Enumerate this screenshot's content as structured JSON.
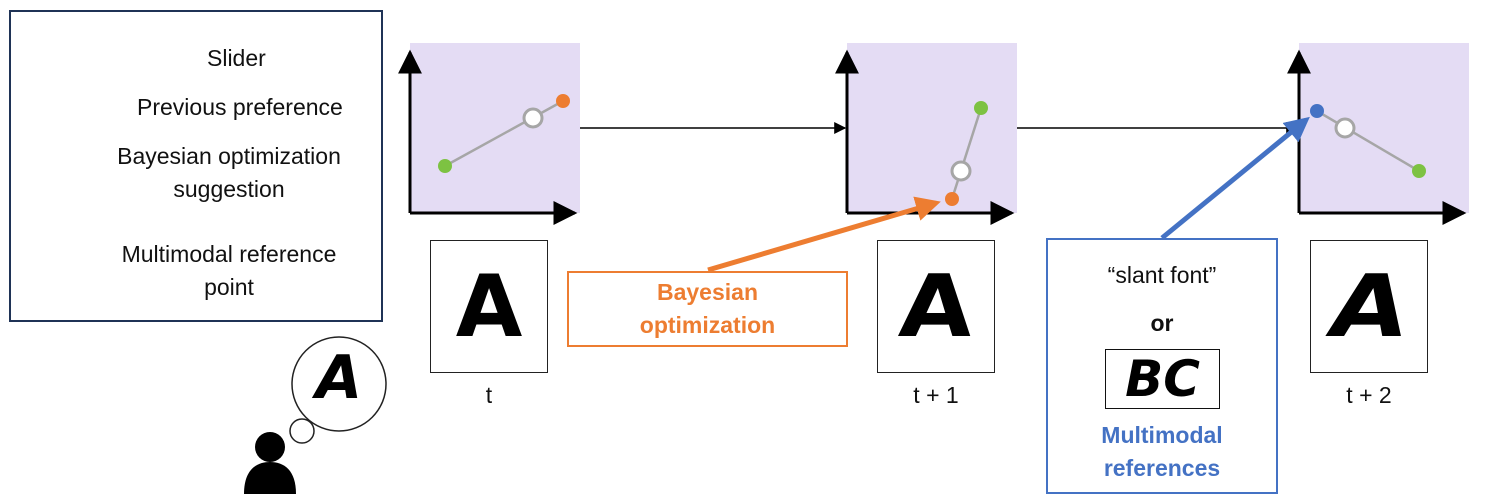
{
  "legend": {
    "slider": "Slider",
    "previous_preference": "Previous preference",
    "bo_suggestion_line1": "Bayesian optimization",
    "bo_suggestion_line2": "suggestion",
    "reference_line1": "Multimodal reference",
    "reference_line2": "point"
  },
  "steps": [
    {
      "label": "t",
      "glyph": "A"
    },
    {
      "label": "t + 1",
      "glyph": "A"
    },
    {
      "label": "t + 2",
      "glyph": "A"
    }
  ],
  "bayesian_box": {
    "line1": "Bayesian",
    "line2": "optimization"
  },
  "multimodal_box": {
    "text_query": "“slant font”",
    "or": "or",
    "image_query": "BC",
    "caption_line1": "Multimodal",
    "caption_line2": "references"
  },
  "thought_glyph": "A",
  "colors": {
    "plot_bg": "#e4dcf4",
    "previous_preference": "#7dc242",
    "bo_suggestion": "#ed7d31",
    "reference": "#4472c4",
    "slider_line": "#a6a6a6"
  }
}
